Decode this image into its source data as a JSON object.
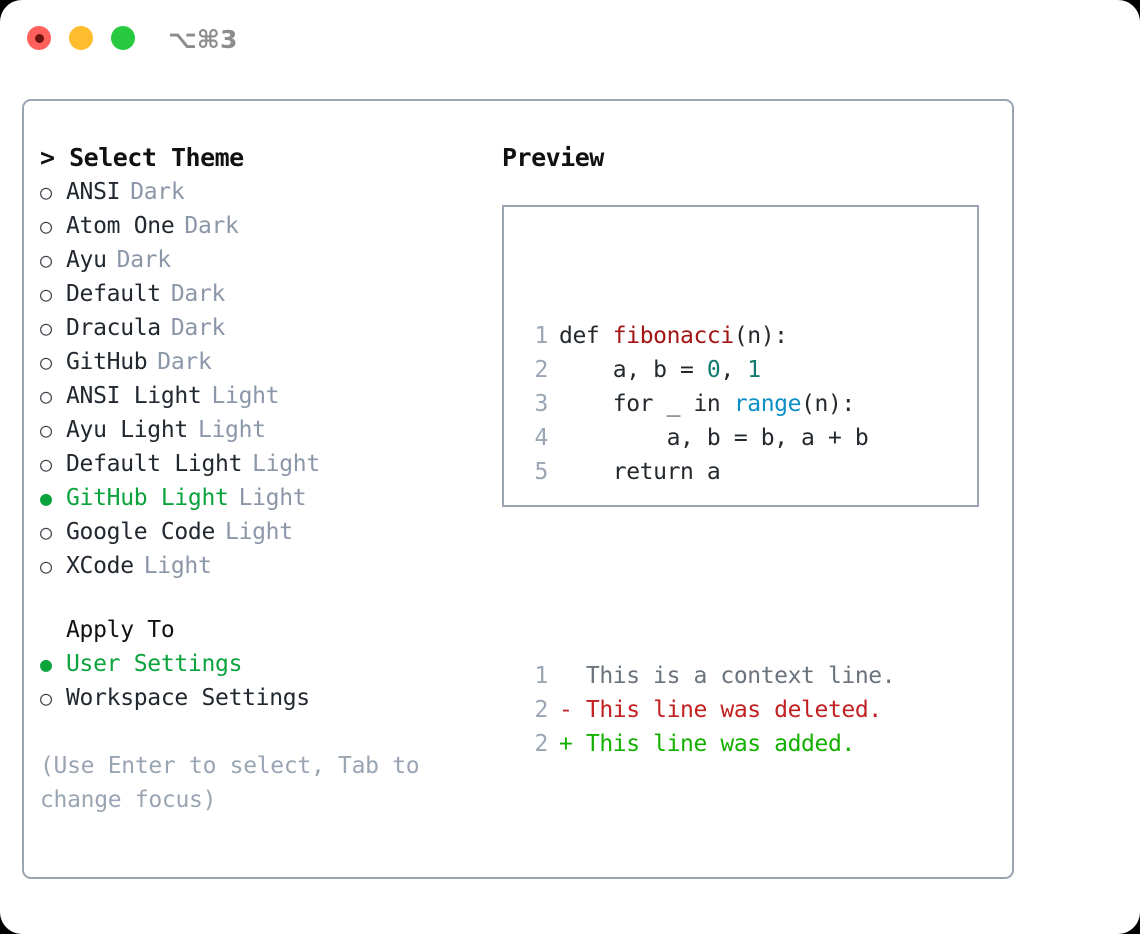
{
  "titlebar": {
    "shortcut": "⌥⌘3",
    "buttons": [
      {
        "name": "close",
        "color": "#ff605c"
      },
      {
        "name": "minimize",
        "color": "#ffbd2e"
      },
      {
        "name": "zoom",
        "color": "#27c93f"
      }
    ]
  },
  "theme_panel": {
    "title": "> Select Theme",
    "items": [
      {
        "bullet": "○",
        "label": "ANSI",
        "tag": "Dark",
        "selected": false
      },
      {
        "bullet": "○",
        "label": "Atom One",
        "tag": "Dark",
        "selected": false
      },
      {
        "bullet": "○",
        "label": "Ayu",
        "tag": "Dark",
        "selected": false
      },
      {
        "bullet": "○",
        "label": "Default",
        "tag": "Dark",
        "selected": false
      },
      {
        "bullet": "○",
        "label": "Dracula",
        "tag": "Dark",
        "selected": false
      },
      {
        "bullet": "○",
        "label": "GitHub",
        "tag": "Dark",
        "selected": false
      },
      {
        "bullet": "○",
        "label": "ANSI Light",
        "tag": "Light",
        "selected": false
      },
      {
        "bullet": "○",
        "label": "Ayu Light",
        "tag": "Light",
        "selected": false
      },
      {
        "bullet": "○",
        "label": "Default Light",
        "tag": "Light",
        "selected": false
      },
      {
        "bullet": "●",
        "label": "GitHub Light",
        "tag": "Light",
        "selected": true
      },
      {
        "bullet": "○",
        "label": "Google Code",
        "tag": "Light",
        "selected": false
      },
      {
        "bullet": "○",
        "label": "XCode",
        "tag": "Light",
        "selected": false
      }
    ]
  },
  "apply_to": {
    "title": "Apply To",
    "items": [
      {
        "bullet": "●",
        "label": "User Settings",
        "selected": true
      },
      {
        "bullet": "○",
        "label": "Workspace Settings",
        "selected": false
      }
    ]
  },
  "hint": "(Use Enter to select, Tab to change focus)",
  "preview": {
    "title": "Preview",
    "code_lines": [
      {
        "num": "1",
        "parts": [
          {
            "t": "def ",
            "c": "plain"
          },
          {
            "t": "fibonacci",
            "c": "fn"
          },
          {
            "t": "(n):",
            "c": "plain"
          }
        ]
      },
      {
        "num": "2",
        "parts": [
          {
            "t": "    a, b = ",
            "c": "plain"
          },
          {
            "t": "0",
            "c": "num"
          },
          {
            "t": ", ",
            "c": "plain"
          },
          {
            "t": "1",
            "c": "num"
          }
        ]
      },
      {
        "num": "3",
        "parts": [
          {
            "t": "    for _ in ",
            "c": "plain"
          },
          {
            "t": "range",
            "c": "bi"
          },
          {
            "t": "(n):",
            "c": "plain"
          }
        ]
      },
      {
        "num": "4",
        "parts": [
          {
            "t": "        a, b = b, a + b",
            "c": "plain"
          }
        ]
      },
      {
        "num": "5",
        "parts": [
          {
            "t": "    return a",
            "c": "plain"
          }
        ]
      }
    ],
    "diff_lines": [
      {
        "num": "1",
        "marker": " ",
        "text": " This is a context line.",
        "kind": "ctx"
      },
      {
        "num": "2",
        "marker": "-",
        "text": " This line was deleted.",
        "kind": "del"
      },
      {
        "num": "2",
        "marker": "+",
        "text": " This line was added.",
        "kind": "add"
      }
    ]
  },
  "colors": {
    "accent_green": "#0ba33c",
    "muted": "#8b97a8",
    "border": "#9aa5b4",
    "diff_add": "#13b000",
    "diff_del": "#c22020",
    "syntax_fn": "#a31515",
    "syntax_num": "#0e7a6e",
    "syntax_builtin": "#0b8fc4"
  }
}
